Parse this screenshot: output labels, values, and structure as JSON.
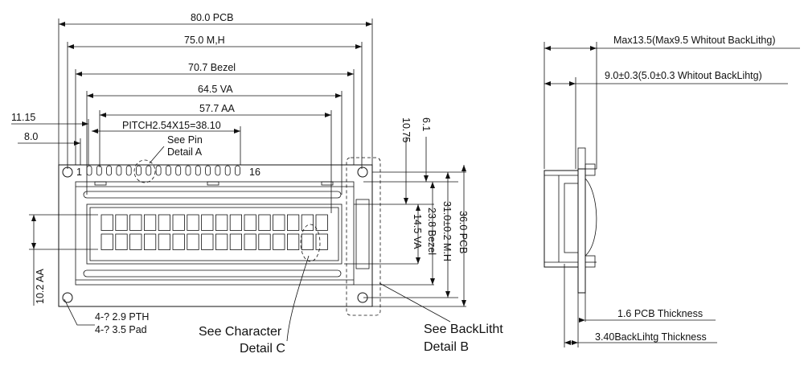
{
  "front_view": {
    "dim_pcb": "80.0 PCB",
    "dim_mh": "75.0 M,H",
    "dim_bezel": "70.7 Bezel",
    "dim_va": "64.5  VA",
    "dim_aa": "57.7 AA",
    "dim_pitch": "PITCH2.54X15=38.10",
    "dim_left_1": "11.15",
    "dim_left_2": "8.0",
    "pin_note_1": "See Pin",
    "pin_note_2": "Detail A",
    "pin_first": "1",
    "pin_last": "16",
    "dim_top_1": "10.75",
    "dim_top_2": "6.1",
    "dim_va_height": "14.5 VA",
    "dim_bezel_height": "23.8 Bezel",
    "dim_mh_height": "31.0±0.2 M.H",
    "dim_pcb_height": "36.0 PCB",
    "dim_aa_height": "10.2 AA",
    "hole_note_1": "4-? 2.9 PTH",
    "hole_note_2": "4-? 3.5 Pad",
    "char_note_1": "See Character",
    "char_note_2": "Detail C",
    "backlight_note_1": "See BackLitht",
    "backlight_note_2": "Detail B"
  },
  "side_view": {
    "dim_max": "Max13.5(Max9.5 Whitout BackLithg)",
    "dim_thick": "9.0±0.3(5.0±0.3 Whitout BackLihtg)",
    "dim_pcb_thick": "1.6 PCB Thickness",
    "dim_bl_thick": "3.40BackLihtg Thickness"
  },
  "display": {
    "columns": 16,
    "rows": 2,
    "pins": 16
  }
}
